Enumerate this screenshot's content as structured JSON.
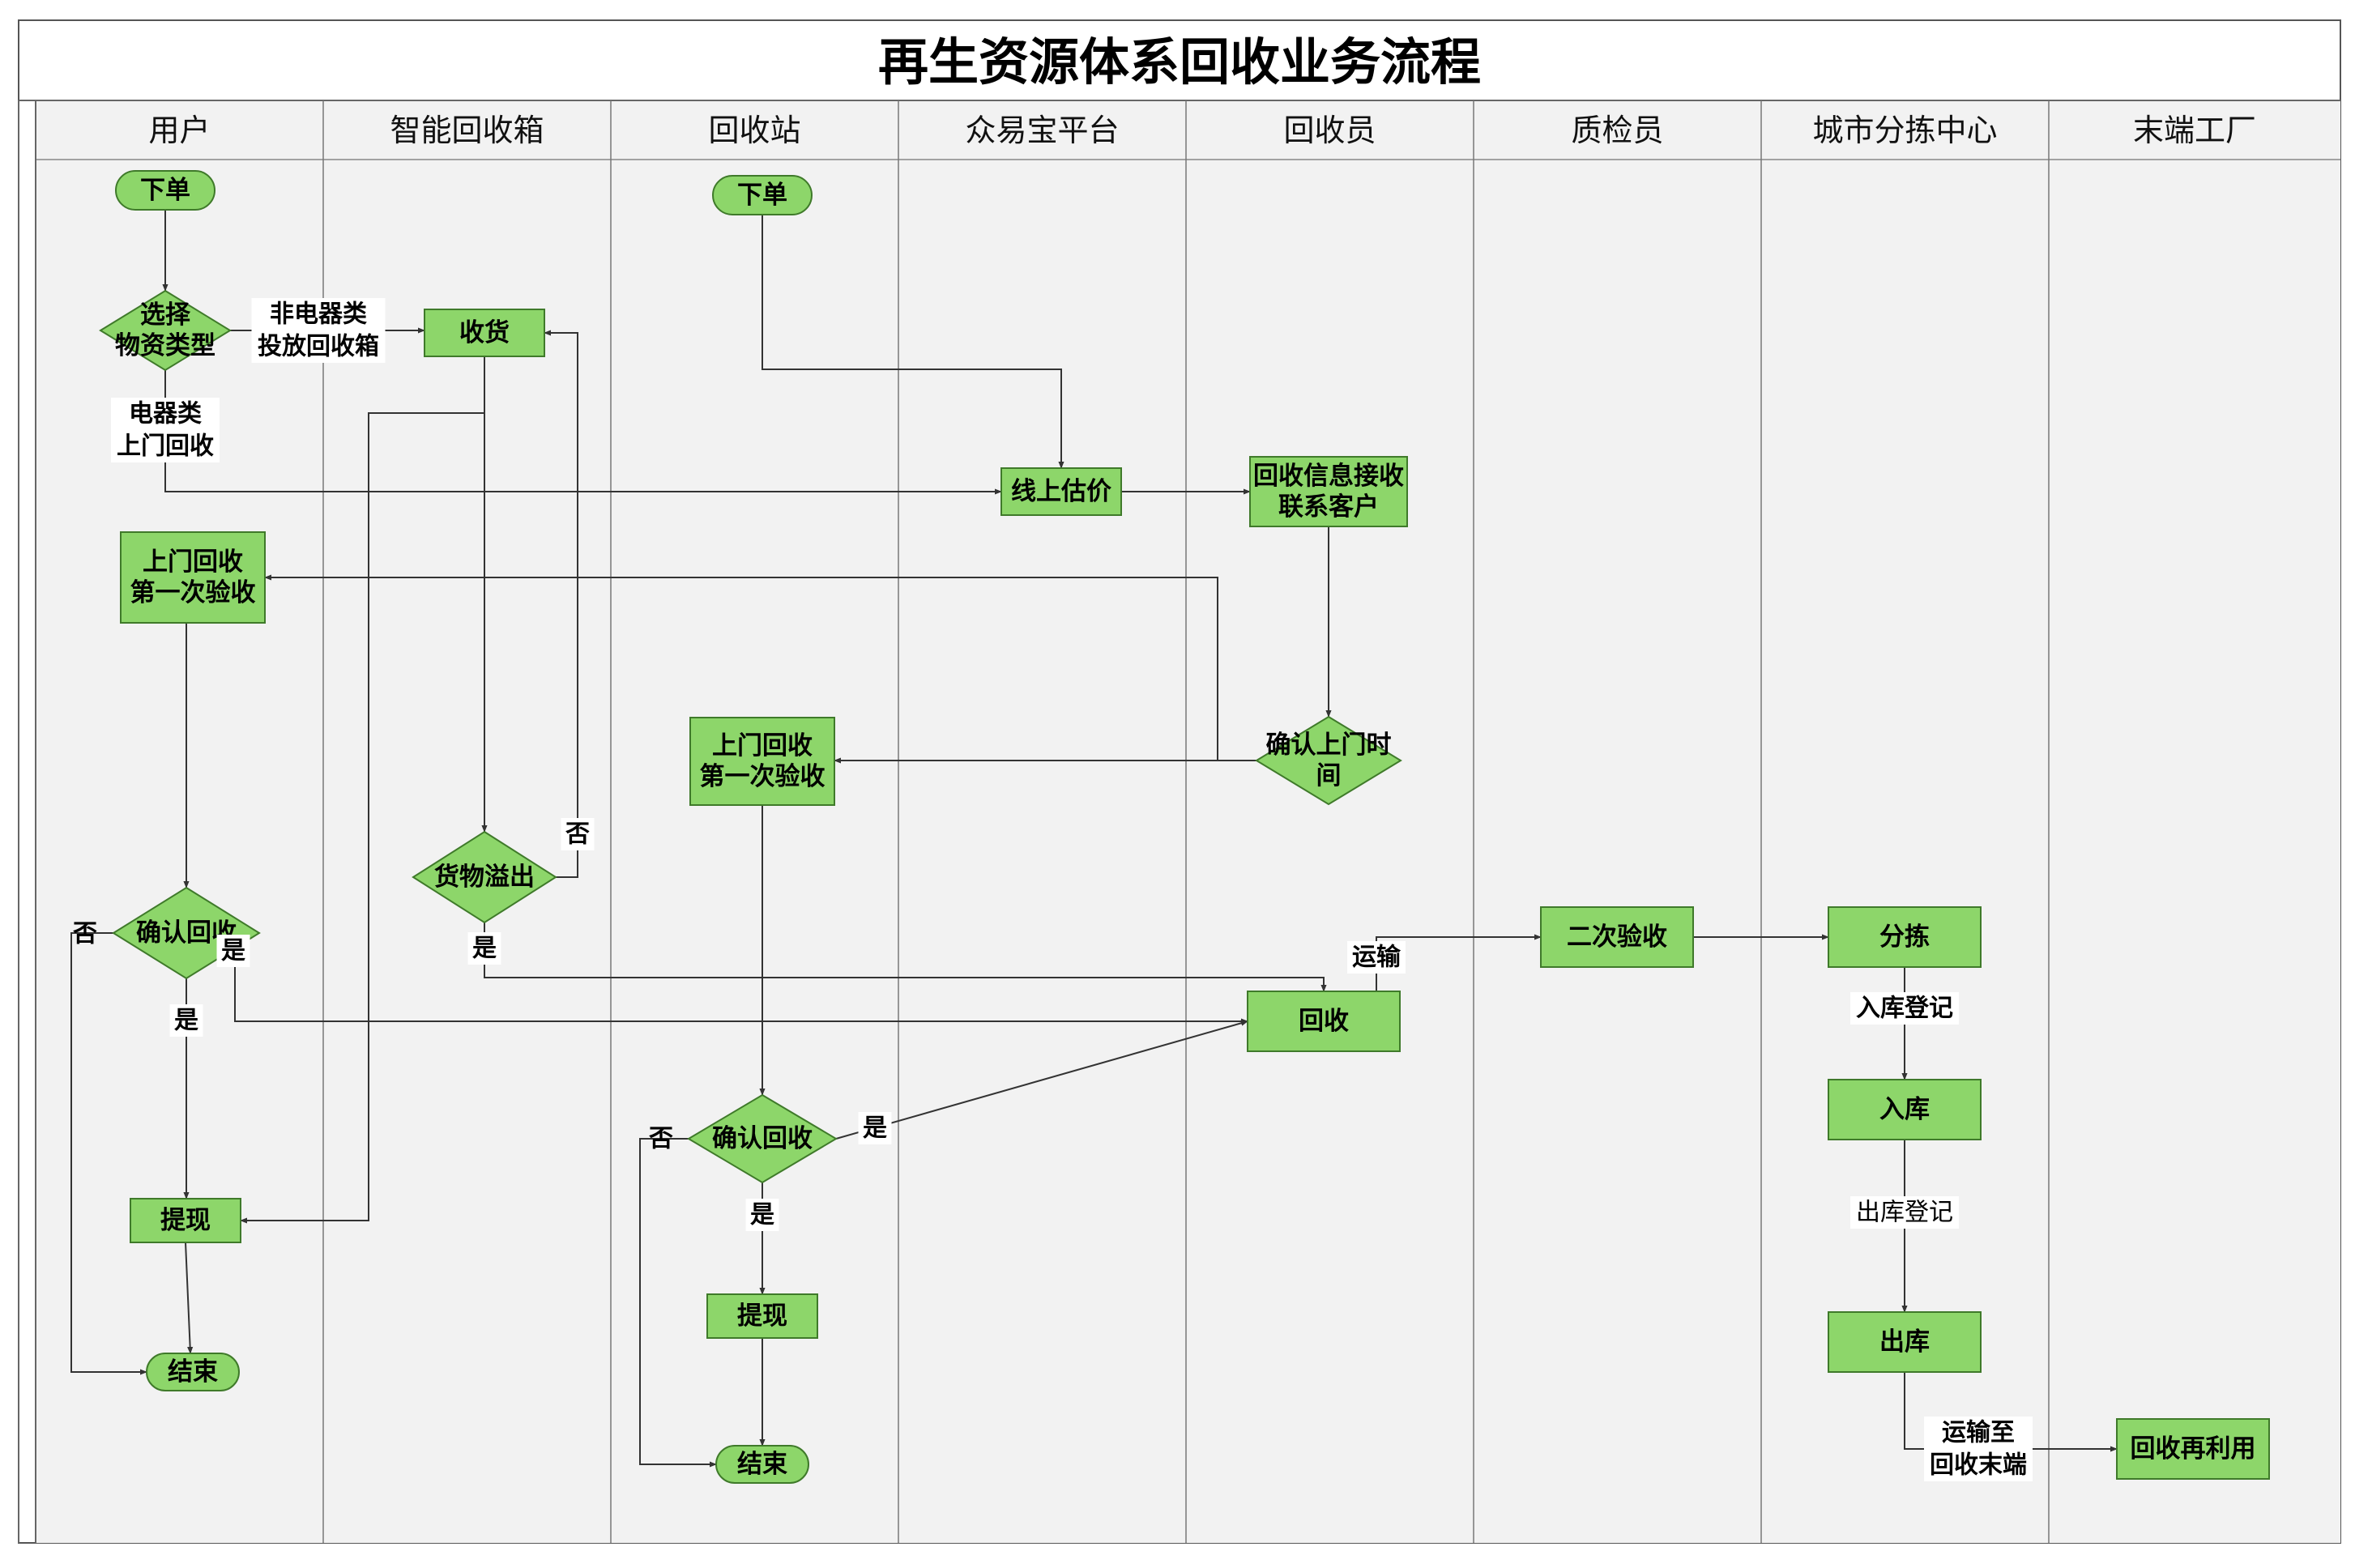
{
  "title": "再生资源体系回收业务流程",
  "lanes": [
    "用户",
    "智能回收箱",
    "回收站",
    "众易宝平台",
    "回收员",
    "质检员",
    "城市分拣中心",
    "末端工厂"
  ],
  "nodes": {
    "user_start": {
      "label": [
        "下单"
      ]
    },
    "user_select": {
      "label": [
        "选择",
        "物资类型"
      ]
    },
    "box_receive": {
      "label": [
        "收货"
      ]
    },
    "station_start": {
      "label": [
        "下单"
      ]
    },
    "platform_estimate": {
      "label": [
        "线上估价"
      ]
    },
    "collector_info": {
      "label": [
        "回收信息接收",
        "联系客户"
      ]
    },
    "user_inspect": {
      "label": [
        "上门回收",
        "第一次验收"
      ]
    },
    "collector_confirm_time": {
      "label": [
        "确认上门时",
        "间"
      ]
    },
    "station_inspect": {
      "label": [
        "上门回收",
        "第一次验收"
      ]
    },
    "box_overflow": {
      "label": [
        "货物溢出"
      ]
    },
    "user_confirm": {
      "label": [
        "确认回收"
      ]
    },
    "qc_second": {
      "label": [
        "二次验收"
      ]
    },
    "sort": {
      "label": [
        "分拣"
      ]
    },
    "collect": {
      "label": [
        "回收"
      ]
    },
    "station_confirm": {
      "label": [
        "确认回收"
      ]
    },
    "storage_in": {
      "label": [
        "入库"
      ]
    },
    "user_withdraw": {
      "label": [
        "提现"
      ]
    },
    "station_withdraw": {
      "label": [
        "提现"
      ]
    },
    "storage_out": {
      "label": [
        "出库"
      ]
    },
    "user_end": {
      "label": [
        "结束"
      ]
    },
    "station_end": {
      "label": [
        "结束"
      ]
    },
    "recycle": {
      "label": [
        "回收再利用"
      ]
    }
  },
  "edge_labels": {
    "non_electric": [
      "非电器类",
      "投放回收箱"
    ],
    "electric": [
      "电器类",
      "上门回收"
    ],
    "overflow_no": [
      "否"
    ],
    "overflow_yes": [
      "是"
    ],
    "user_confirm_no": [
      "否"
    ],
    "user_confirm_yes_right": [
      "是"
    ],
    "user_confirm_yes_down": [
      "是"
    ],
    "transport": [
      "运输"
    ],
    "stock_in_reg": [
      "入库登记"
    ],
    "station_confirm_no": [
      "否"
    ],
    "station_confirm_yes_right": [
      "是"
    ],
    "station_confirm_yes_down": [
      "是"
    ],
    "stock_out_reg": [
      "出库登记"
    ],
    "transport_end": [
      "运输至",
      "回收末端"
    ]
  }
}
